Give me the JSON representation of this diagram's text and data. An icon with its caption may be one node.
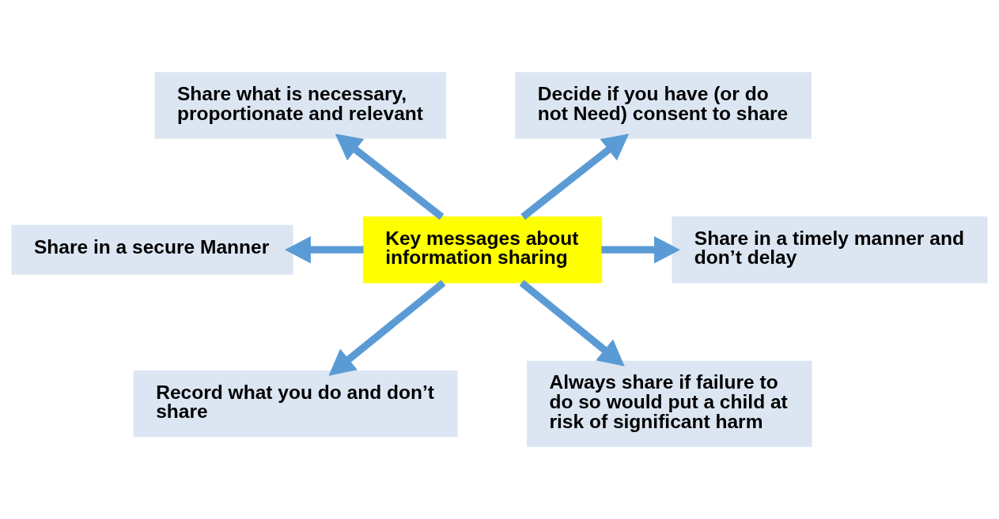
{
  "diagram": {
    "nodes": [
      {
        "text": [
          "Key messages about information sharing"
        ]
      },
      {
        "text": [
          "Share what is necessary, proportionate and relevant"
        ]
      },
      {
        "text": [
          "Decide if you have (or do not Need) consent to share"
        ]
      },
      {
        "text": [
          "Share in a secure Manner"
        ]
      },
      {
        "text": [
          "Share in a timely manner and don’t delay"
        ]
      },
      {
        "text": [
          "Record what you do and don’t share"
        ]
      },
      {
        "text": [
          "Always share if failure to do so would put a child at risk of significant harm"
        ]
      }
    ],
    "edges": [
      {
        "from": 0,
        "to": 1,
        "arrow": "to"
      },
      {
        "from": 0,
        "to": 2,
        "arrow": "to"
      },
      {
        "from": 0,
        "to": 3,
        "arrow": "to"
      },
      {
        "from": 0,
        "to": 4,
        "arrow": "to"
      },
      {
        "from": 0,
        "to": 5,
        "arrow": "to"
      },
      {
        "from": 0,
        "to": 6,
        "arrow": "to"
      }
    ]
  }
}
